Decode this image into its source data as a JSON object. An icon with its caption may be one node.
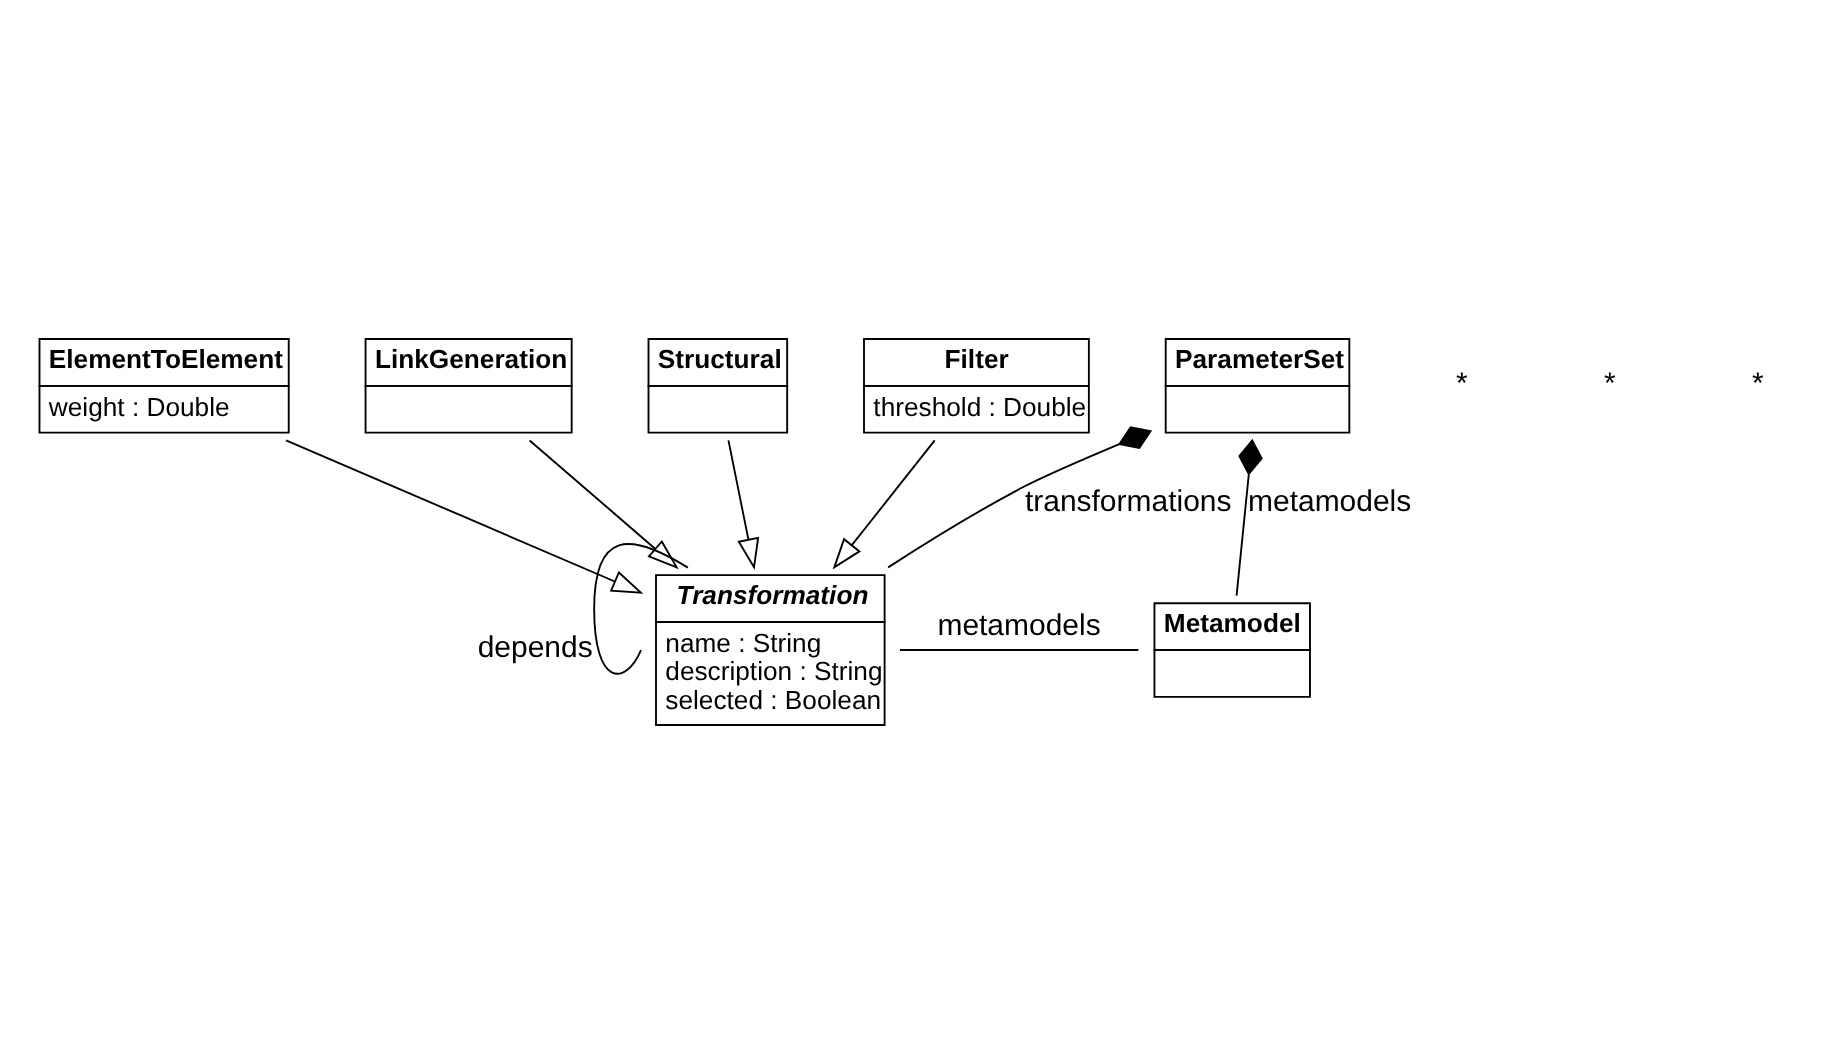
{
  "diagram": {
    "nodes": [
      {
        "text": [
          "ParameterSet"
        ]
      },
      {
        "text": [
          "Transformation",
          "name : String",
          "description : String",
          "selected : Boolean"
        ]
      },
      {
        "text": [
          "Metamodel"
        ]
      },
      {
        "text": [
          "LinkGeneration"
        ]
      },
      {
        "text": [
          "ElementToElement",
          "weight : Double"
        ]
      },
      {
        "text": [
          "Structural"
        ]
      },
      {
        "text": [
          "Filter",
          "threshold : Double"
        ]
      }
    ],
    "edges": [
      {
        "from": 0,
        "to": 1,
        "arrow": "other",
        "label": "transformations"
      },
      {
        "from": 0,
        "to": 2,
        "arrow": "other",
        "label": "metamodels"
      },
      {
        "from": 1,
        "to": 1,
        "arrow": "none",
        "label": "depends"
      },
      {
        "from": 1,
        "to": 2,
        "arrow": "none",
        "label": "metamodels"
      },
      {
        "from": 3,
        "to": 1,
        "arrow": "to"
      },
      {
        "from": 4,
        "to": 1,
        "arrow": "to"
      },
      {
        "from": 5,
        "to": 1,
        "arrow": "to"
      },
      {
        "from": 6,
        "to": 1,
        "arrow": "to"
      }
    ],
    "labels": [
      "*",
      "*",
      "*"
    ]
  }
}
